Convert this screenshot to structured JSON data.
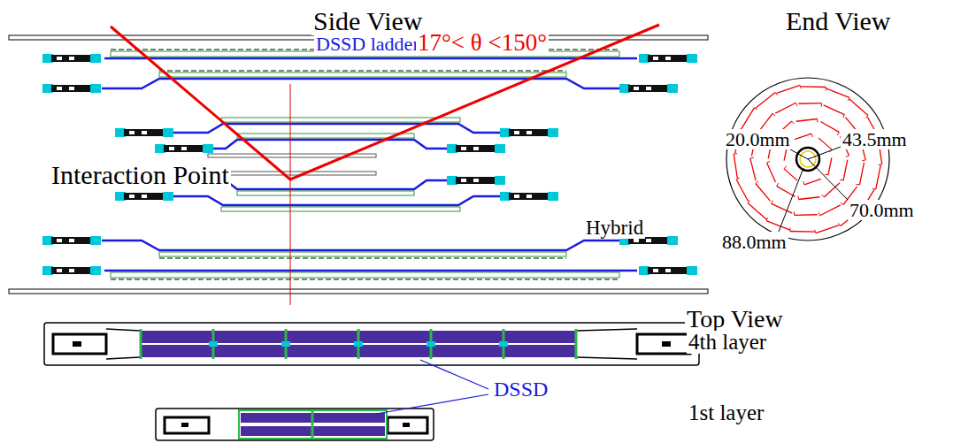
{
  "diagram": {
    "labels": [
      "Side View",
      "DSSD ladder",
      "17°< θ <150°",
      "Interaction Point",
      "Hybrid",
      "End View",
      "20.0mm",
      "43.5mm",
      "70.0mm",
      "88.0mm",
      "Top View",
      "4th layer",
      "DSSD",
      "1st layer"
    ]
  }
}
